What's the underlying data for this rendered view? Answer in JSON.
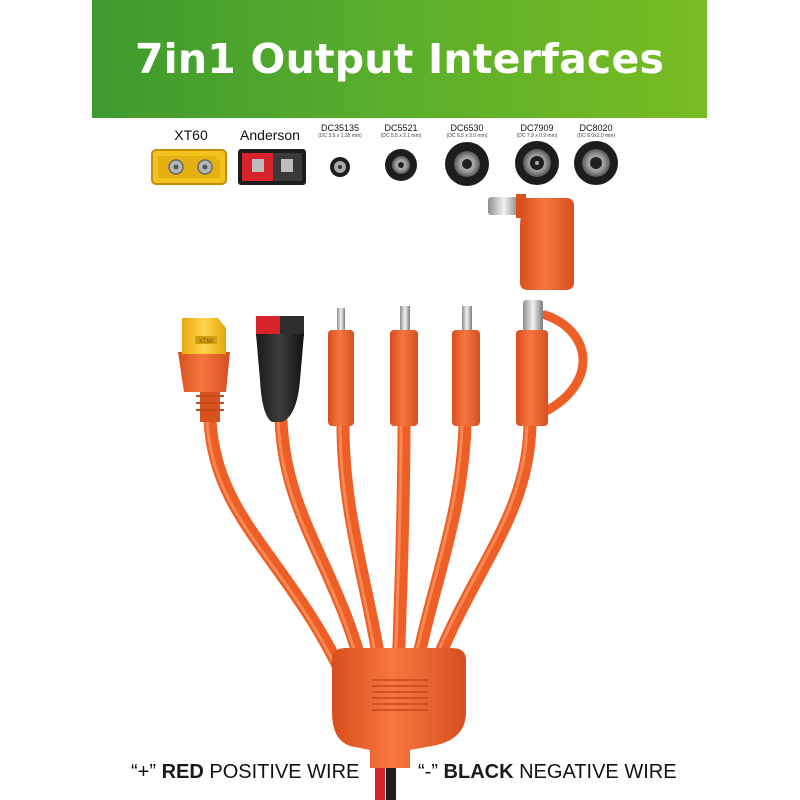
{
  "banner": {
    "title": "7in1 Output Interfaces"
  },
  "connectors": [
    {
      "name": "XT60",
      "spec": ""
    },
    {
      "name": "Anderson",
      "spec": ""
    },
    {
      "name": "DC35135",
      "spec": "(DC 3.5 x 1.35 mm)"
    },
    {
      "name": "DC5521",
      "spec": "(DC 5.5 x 2.1 mm)"
    },
    {
      "name": "DC6530",
      "spec": "(DC 6.5 x 3.0 mm)"
    },
    {
      "name": "DC7909",
      "spec": "(DC 7.9 x 0.9 mm)"
    },
    {
      "name": "DC8020",
      "spec": "(DC 8.0x2.0 mm)"
    }
  ],
  "xt60_mark": "XT60",
  "captions": {
    "positive": {
      "symbol": "“+”",
      "color_word": "RED",
      "rest": "POSITIVE WIRE"
    },
    "negative": {
      "symbol": "“-”",
      "color_word": "BLACK",
      "rest": "NEGATIVE WIRE"
    }
  },
  "colors": {
    "cable_orange": "#f0622a",
    "banner_green": "#58ad2c",
    "xt60_yellow": "#f4c21c",
    "anderson_red": "#d8232a"
  }
}
